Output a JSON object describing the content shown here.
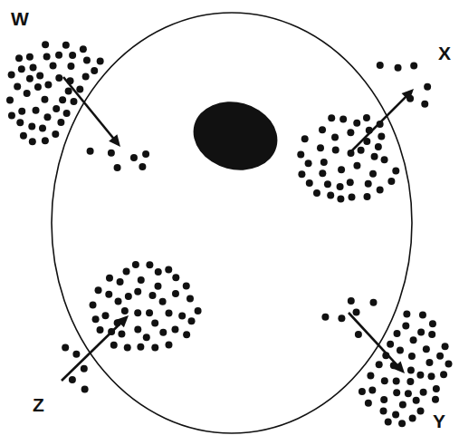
{
  "diagram": {
    "labels": [
      "W",
      "X",
      "Z",
      "Y"
    ]
  }
}
